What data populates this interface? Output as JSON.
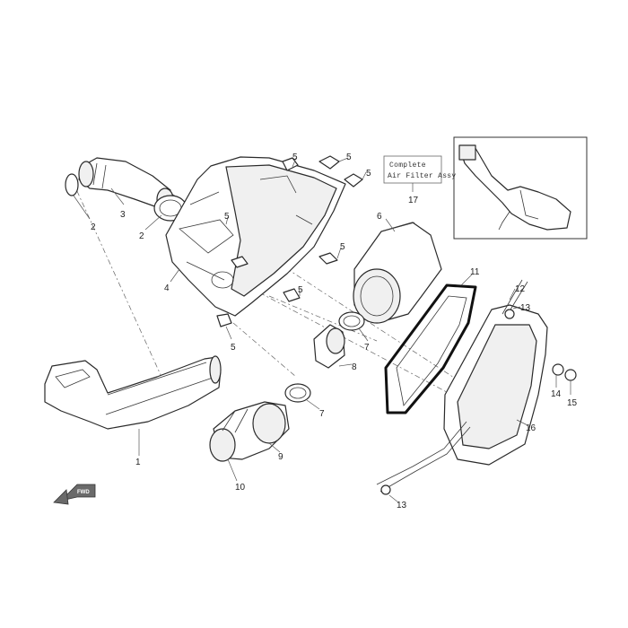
{
  "assembly_note": {
    "line1": "Complete",
    "line2": "Air Filter Assy",
    "ref": "17"
  },
  "direction_label": "FWD",
  "callouts": {
    "c1": "1",
    "c2a": "2",
    "c2b": "2",
    "c3": "3",
    "c4": "4",
    "c5a": "5",
    "c5b": "5",
    "c5c": "5",
    "c5d": "5",
    "c5e": "5",
    "c5f": "5",
    "c5g": "5",
    "c6": "6",
    "c7a": "7",
    "c7b": "7",
    "c8": "8",
    "c9": "9",
    "c10": "10",
    "c11": "11",
    "c12": "12",
    "c13a": "13",
    "c13b": "13",
    "c14": "14",
    "c15": "15",
    "c16": "16"
  },
  "colors": {
    "line": "#2a2a2a",
    "background": "#ffffff"
  }
}
